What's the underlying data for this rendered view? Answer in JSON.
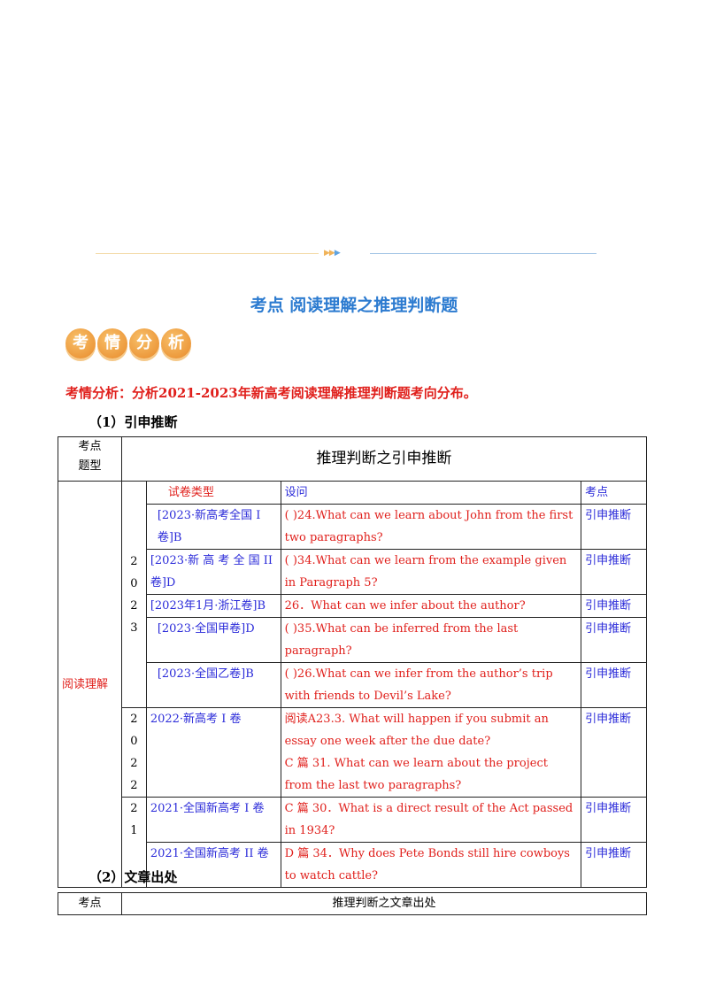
{
  "divider": {
    "arrows": "▶▶▶"
  },
  "title": "考点  阅读理解之推理判断题",
  "badge": [
    "考",
    "情",
    "分",
    "析"
  ],
  "subtitle": "考情分析：分析2021-2023年新高考阅读理解推理判断题考向分布。",
  "section1": "（1）引申推断",
  "table1": {
    "header_label": "考点\n题型",
    "header_title": "推理判断之引申推断",
    "category": "阅读理解",
    "col_headers": {
      "paper": "试卷类型",
      "question": "设问",
      "point": "考点"
    },
    "years": {
      "y2023": [
        "2",
        "0",
        "2",
        "3"
      ],
      "y2022": [
        "2",
        "0",
        "2",
        "2"
      ],
      "y2021": [
        "2",
        "1"
      ]
    },
    "rows": [
      {
        "paper": "[2023·新高考全国 I 卷]B",
        "question": "(    )24.What can we learn about John from the first two paragraphs?",
        "point": "引申推断"
      },
      {
        "paper": "[2023·新 高 考 全 国 II 卷]D",
        "question": "(    )34.What can we learn from the example given in Paragraph 5?",
        "point": "引申推断"
      },
      {
        "paper": "[2023年1月·浙江卷]B",
        "question": "26．What can we infer about the author?",
        "point": "引申推断"
      },
      {
        "paper": "[2023·全国甲卷]D",
        "question": "(    )35.What can be inferred from the last paragraph?",
        "point": "引申推断"
      },
      {
        "paper": "[2023·全国乙卷]B",
        "question": "(    )26.What can we infer from the author’s trip with friends to Devil’s Lake?",
        "point": "引申推断"
      },
      {
        "paper": "2022·新高考 I 卷",
        "question": "阅读A23.3. What will happen if you submit an essay one week after the due date?",
        "question2": "C 篇 31. What can we learn about the project from the last two paragraphs?",
        "point": "引申推断"
      },
      {
        "paper": "2021·全国新高考 I 卷",
        "question": "C 篇 30．What is a direct result of the Act passed in 1934?",
        "point": "引申推断"
      },
      {
        "paper": "2021·全国新高考 II 卷",
        "question": "D 篇 34．Why does Pete Bonds still hire cowboys to watch cattle?",
        "point": "引申推断"
      }
    ]
  },
  "section2": "（2）文章出处",
  "table2": {
    "label": "考点",
    "title": "推理判断之文章出处"
  }
}
